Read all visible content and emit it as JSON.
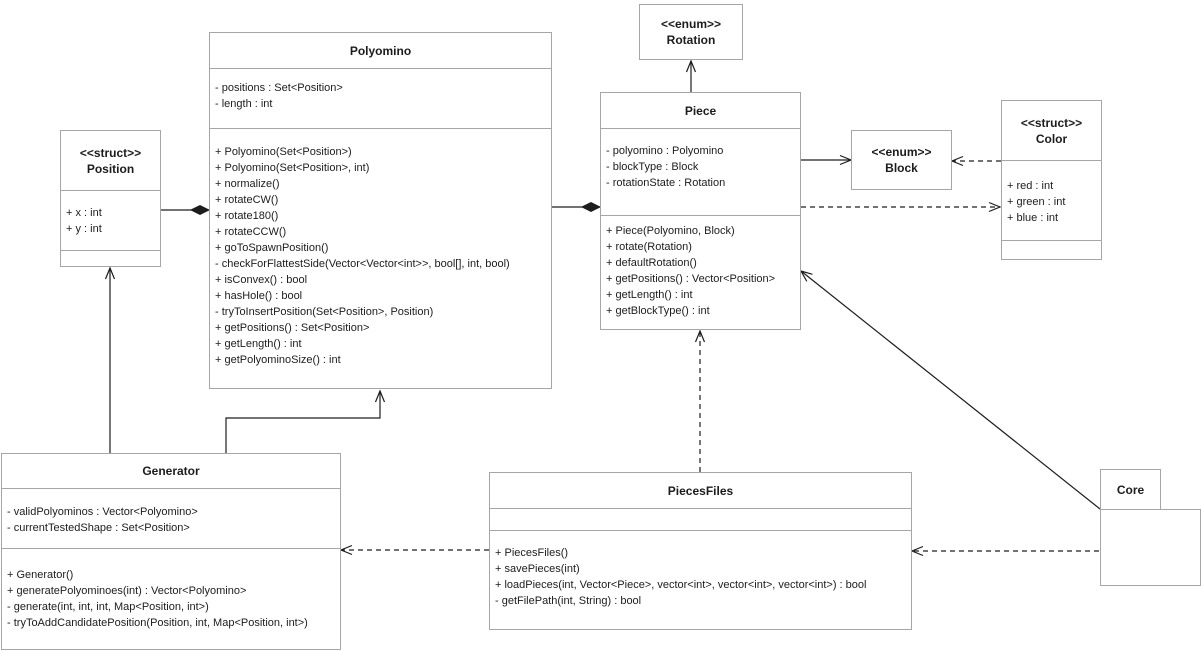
{
  "colors": {
    "box_border": "#a6a6a6",
    "connector": "#1d1d1d",
    "text": "#1c1c1c",
    "background": "#ffffff"
  },
  "classes": {
    "position": {
      "stereotype": "<<struct>>",
      "name": "Position",
      "attributes": [
        "+ x : int",
        "+ y : int"
      ],
      "methods": []
    },
    "polyomino": {
      "name": "Polyomino",
      "attributes": [
        "- positions : Set<Position>",
        "- length : int"
      ],
      "methods": [
        "+ Polyomino(Set<Position>)",
        "+ Polyomino(Set<Position>, int)",
        "+ normalize()",
        "+ rotateCW()",
        "+ rotate180()",
        "+ rotateCCW()",
        "+ goToSpawnPosition()",
        "- checkForFlattestSide(Vector<Vector<int>>, bool[], int, bool)",
        "+ isConvex() : bool",
        "+ hasHole() : bool",
        "- tryToInsertPosition(Set<Position>, Position)",
        "+ getPositions() : Set<Position>",
        "+ getLength() : int",
        "+ getPolyominoSize() : int"
      ]
    },
    "rotation": {
      "stereotype": "<<enum>>",
      "name": "Rotation"
    },
    "piece": {
      "name": "Piece",
      "attributes": [
        "- polyomino : Polyomino",
        "- blockType : Block",
        "- rotationState : Rotation"
      ],
      "methods": [
        "+ Piece(Polyomino, Block)",
        "+ rotate(Rotation)",
        "+ defaultRotation()",
        "+ getPositions() : Vector<Position>",
        "+ getLength() : int",
        "+ getBlockType() : int"
      ]
    },
    "block": {
      "stereotype": "<<enum>>",
      "name": "Block"
    },
    "color": {
      "stereotype": "<<struct>>",
      "name": "Color",
      "attributes": [
        "+ red : int",
        "+ green : int",
        "+ blue : int"
      ],
      "methods": []
    },
    "generator": {
      "name": "Generator",
      "attributes": [
        "- validPolyominos : Vector<Polyomino>",
        "- currentTestedShape : Set<Position>"
      ],
      "methods": [
        "+ Generator()",
        "+ generatePolyominoes(int) : Vector<Polyomino>",
        "- generate(int, int, int, Map<Position, int>)",
        "- tryToAddCandidatePosition(Position, int, Map<Position, int>)"
      ]
    },
    "pieces_files": {
      "name": "PiecesFiles",
      "attributes": [],
      "methods": [
        "+ PiecesFiles()",
        "+ savePieces(int)",
        "+ loadPieces(int, Vector<Piece>, vector<int>, vector<int>, vector<int>) : bool",
        "- getFilePath(int, String) : bool"
      ]
    },
    "core": {
      "name": "Core"
    }
  },
  "relationships": [
    {
      "from": "Polyomino",
      "to": "Position",
      "style": "solid",
      "marker": "filled-diamond-at-Polyomino"
    },
    {
      "from": "Piece",
      "to": "Polyomino",
      "style": "solid",
      "marker": "filled-diamond-at-Piece"
    },
    {
      "from": "Piece",
      "to": "Rotation",
      "style": "solid",
      "marker": "open-arrow-at-Rotation"
    },
    {
      "from": "Piece",
      "to": "Block",
      "style": "solid",
      "marker": "open-arrow-at-Block"
    },
    {
      "from": "Color",
      "to": "Block",
      "style": "dashed",
      "marker": "open-arrow-at-Block"
    },
    {
      "from": "Piece",
      "to": "Color",
      "style": "dashed",
      "marker": "open-arrow-at-Color"
    },
    {
      "from": "Generator",
      "to": "Position",
      "style": "solid",
      "marker": "open-arrow-at-Position"
    },
    {
      "from": "Generator",
      "to": "Polyomino",
      "style": "solid",
      "marker": "open-arrow-at-Polyomino"
    },
    {
      "from": "PiecesFiles",
      "to": "Piece",
      "style": "dashed",
      "marker": "open-arrow-at-Piece"
    },
    {
      "from": "Core",
      "to": "Piece",
      "style": "solid",
      "marker": "open-arrow-at-Piece"
    },
    {
      "from": "PiecesFiles",
      "to": "Generator",
      "style": "dashed",
      "marker": "open-arrow-at-Generator"
    },
    {
      "from": "Core",
      "to": "PiecesFiles",
      "style": "dashed",
      "marker": "open-arrow-at-PiecesFiles"
    }
  ]
}
